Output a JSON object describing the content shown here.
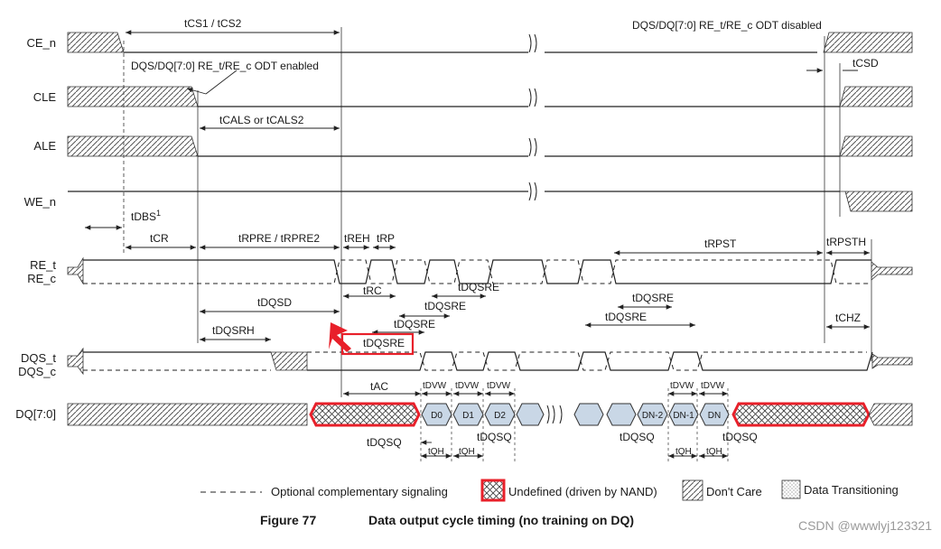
{
  "signals": {
    "ce_n": "CE_n",
    "cle": "CLE",
    "ale": "ALE",
    "we_n": "WE_n",
    "re_t": "RE_t",
    "re_c": "RE_c",
    "dqs_t": "DQS_t",
    "dqs_c": "DQS_c",
    "dq": "DQ[7:0]"
  },
  "annotations": {
    "odt_enabled": "DQS/DQ[7:0] RE_t/RE_c ODT enabled",
    "odt_disabled": "DQS/DQ[7:0] RE_t/RE_c ODT disabled",
    "tcs": "tCS1 / tCS2",
    "tcals": "tCALS or tCALS2",
    "tcsd": "tCSD",
    "tdbs": "tDBS",
    "tdbs_sup": "1",
    "tcr": "tCR",
    "trpre": "tRPRE / tRPRE2",
    "treh": "tREH",
    "trp": "tRP",
    "trpst": "tRPST",
    "trpsth": "tRPSTH",
    "trc": "tRC",
    "tdqsre": "tDQSRE",
    "tdqsd": "tDQSD",
    "tdqsrh": "tDQSRH",
    "tchz": "tCHZ",
    "tac": "tAC",
    "tdvw": "tDVW",
    "tdqsq": "tDQSQ",
    "tqh": "tQH"
  },
  "data_cells": {
    "d0": "D0",
    "d1": "D1",
    "d2": "D2",
    "dn2": "DN-2",
    "dn1": "DN-1",
    "dn": "DN"
  },
  "legend": {
    "optional": "Optional complementary signaling",
    "undefined": "Undefined (driven by NAND)",
    "dontcare": "Don't Care",
    "transition": "Data Transitioning"
  },
  "caption": {
    "figure": "Figure 77",
    "title": "Data output cycle timing (no training on DQ)"
  },
  "watermark": "CSDN @wwwlyj123321",
  "colors": {
    "highlight_red": "#e8202a",
    "cell_fill": "#c9d7e6",
    "line": "#222222"
  }
}
